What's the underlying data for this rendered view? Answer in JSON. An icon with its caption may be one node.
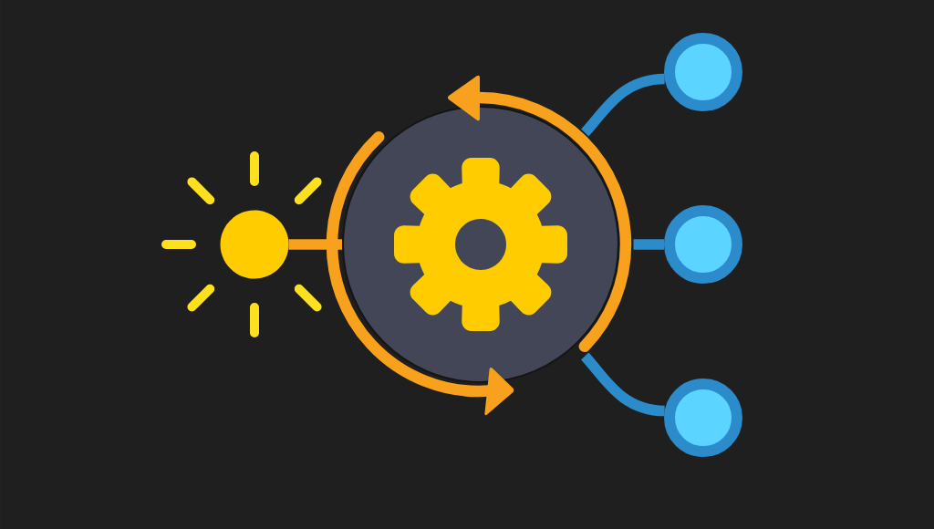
{
  "diagram": {
    "nodes": [
      {
        "text": [],
        "shape": "circle"
      },
      {
        "text": [],
        "shape": "circle"
      },
      {
        "text": [],
        "shape": "circle"
      },
      {
        "text": [],
        "shape": "circle"
      },
      {
        "text": [],
        "shape": "circle"
      }
    ],
    "edges": [
      {
        "from": 0,
        "to": 1,
        "arrow": "none",
        "color": "#f7a11c"
      },
      {
        "from": 1,
        "to": 2,
        "arrow": "none"
      },
      {
        "from": 1,
        "to": 3,
        "arrow": "none"
      },
      {
        "from": 1,
        "to": 4,
        "arrow": "none"
      }
    ]
  }
}
